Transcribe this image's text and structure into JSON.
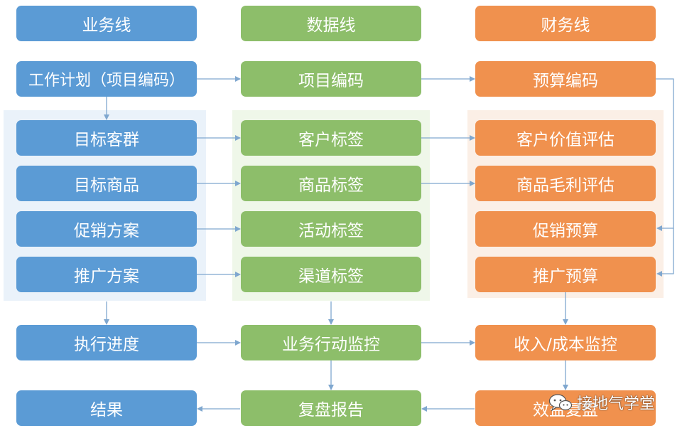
{
  "colors": {
    "business": "#5b9bd5",
    "data": "#8dbe6a",
    "finance": "#f0914e",
    "arrow": "#7fa7cf"
  },
  "business": {
    "header": "业务线",
    "plan": "工作计划（项目编码）",
    "items": [
      "目标客群",
      "目标商品",
      "促销方案",
      "推广方案"
    ],
    "execution": "执行进度",
    "result": "结果"
  },
  "data_line": {
    "header": "数据线",
    "code": "项目编码",
    "items": [
      "客户标签",
      "商品标签",
      "活动标签",
      "渠道标签"
    ],
    "monitor": "业务行动监控",
    "review": "复盘报告"
  },
  "finance": {
    "header": "财务线",
    "budget_code": "预算编码",
    "items": [
      "客户价值评估",
      "商品毛利评估",
      "促销预算",
      "推广预算"
    ],
    "monitor": "收入/成本监控",
    "review": "效益复盘"
  },
  "watermark": {
    "text": "接地气学堂",
    "icon": "wechat-icon"
  }
}
